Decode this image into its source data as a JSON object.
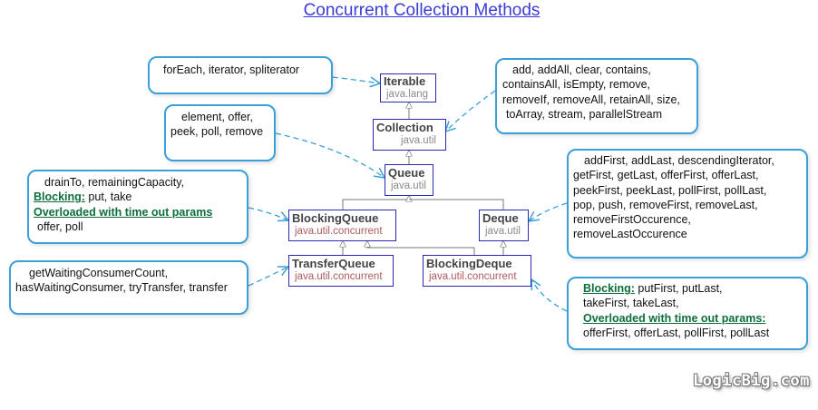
{
  "title": "Concurrent Collection Methods",
  "classes": {
    "iterable": {
      "name": "Iterable",
      "package": "java.lang"
    },
    "collection": {
      "name": "Collection",
      "package": "java.util"
    },
    "queue": {
      "name": "Queue",
      "package": "java.util"
    },
    "blocking_queue": {
      "name": "BlockingQueue",
      "package": "java.util.concurrent"
    },
    "deque": {
      "name": "Deque",
      "package": "java.util"
    },
    "transfer_queue": {
      "name": "TransferQueue",
      "package": "java.util.concurrent"
    },
    "blocking_deque": {
      "name": "BlockingDeque",
      "package": "java.util.concurrent"
    }
  },
  "notes": {
    "iterable": [
      "forEach, iterator, spliterator"
    ],
    "collection": [
      "add, addAll, clear, contains,",
      "containsAll, isEmpty, remove,",
      "removeIf, removeAll, retainAll, size,",
      "toArray, stream, parallelStream"
    ],
    "queue": [
      "element, offer,",
      "peek, poll, remove"
    ],
    "blocking_queue": {
      "line1": "drainTo, remainingCapacity,",
      "blocking_label": "Blocking:",
      "blocking_methods": " put, take",
      "overload_label": "Overloaded with time out params",
      "overload_methods": "offer, poll"
    },
    "deque": [
      "addFirst, addLast, descendingIterator,",
      "getFirst, getLast, offerFirst, offerLast,",
      "peekFirst, peekLast, pollFirst, pollLast,",
      "pop, push, removeFirst, removeLast,",
      "removeFirstOccurence,",
      "removeLastOccurence"
    ],
    "transfer_queue": [
      "getWaitingConsumerCount,",
      "hasWaitingConsumer, tryTransfer, transfer"
    ],
    "blocking_deque": {
      "blocking_label": "Blocking:",
      "blocking_methods": " putFirst, putLast,",
      "line2": "takeFirst, takeLast,",
      "overload_label": "Overloaded with time out params:",
      "overload_methods": "offerFirst, offerLast, pollFirst, pollLast"
    }
  },
  "watermark": "LogicBig.com",
  "colors": {
    "class_border": "#2b2bb0",
    "note_border": "#3aa0d9",
    "connector": "#3aa0d9",
    "highlight": "#0d6e3b",
    "title": "#3b3bd6"
  }
}
